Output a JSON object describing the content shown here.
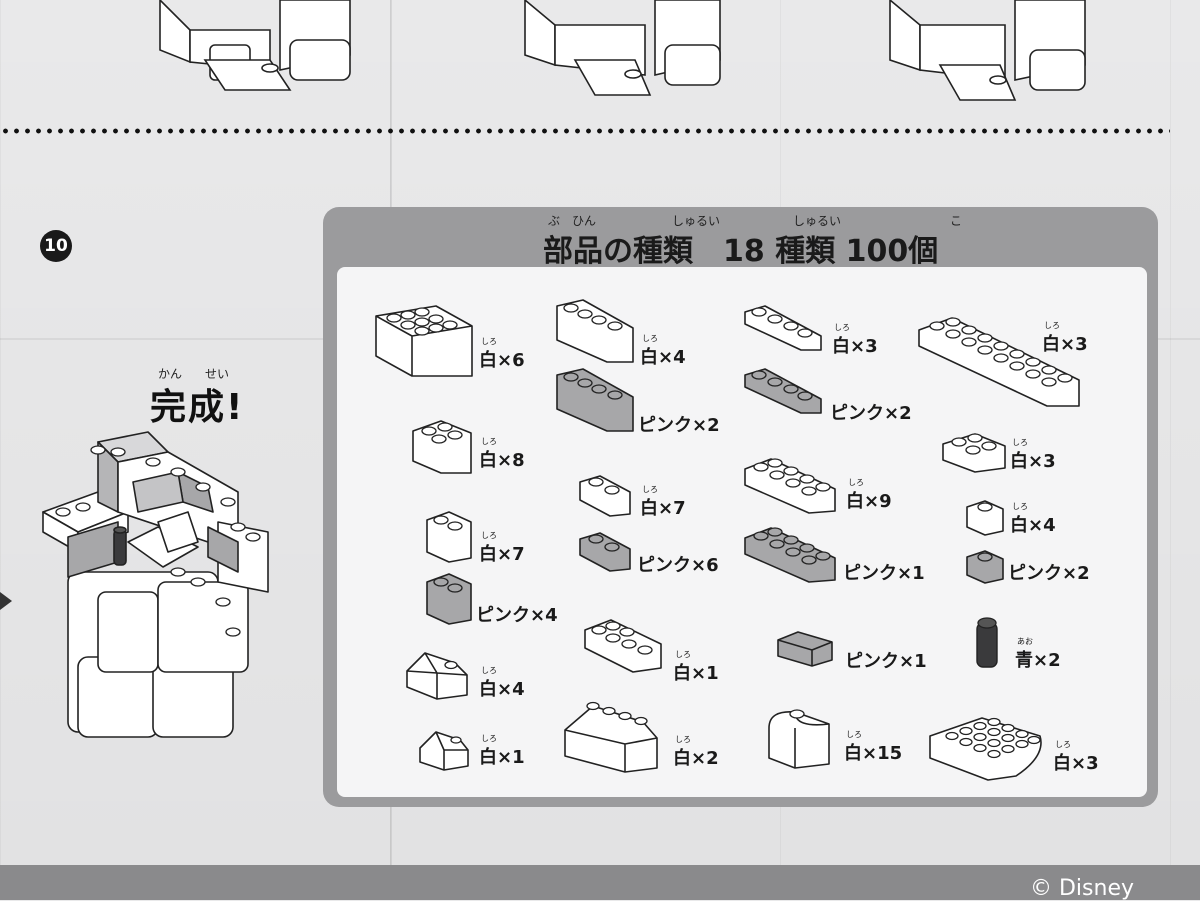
{
  "step": {
    "number": "10"
  },
  "complete": {
    "ruby_left": "かん",
    "ruby_right": "せい",
    "label": "完成!"
  },
  "parts_panel": {
    "ruby": {
      "buhin": "ぶ　ひん",
      "shurui1": "しゅるい",
      "shurui2": "しゅるい",
      "ko": "こ"
    },
    "title": "部品の種類　18 種類 100個",
    "items": [
      {
        "label": "白×6",
        "ruby": "しろ"
      },
      {
        "label": "白×4",
        "ruby": "しろ"
      },
      {
        "label": "ピンク×2",
        "ruby": ""
      },
      {
        "label": "白×3",
        "ruby": "しろ"
      },
      {
        "label": "ピンク×2",
        "ruby": ""
      },
      {
        "label": "白×3",
        "ruby": "しろ"
      },
      {
        "label": "白×8",
        "ruby": "しろ"
      },
      {
        "label": "白×3",
        "ruby": "しろ"
      },
      {
        "label": "白×7",
        "ruby": "しろ"
      },
      {
        "label": "白×9",
        "ruby": "しろ"
      },
      {
        "label": "白×4",
        "ruby": "しろ"
      },
      {
        "label": "白×7",
        "ruby": "しろ"
      },
      {
        "label": "ピンク×6",
        "ruby": ""
      },
      {
        "label": "ピンク×1",
        "ruby": ""
      },
      {
        "label": "ピンク×2",
        "ruby": ""
      },
      {
        "label": "ピンク×4",
        "ruby": ""
      },
      {
        "label": "白×1",
        "ruby": "しろ"
      },
      {
        "label": "ピンク×1",
        "ruby": ""
      },
      {
        "label": "青×2",
        "ruby": "あお"
      },
      {
        "label": "白×4",
        "ruby": "しろ"
      },
      {
        "label": "白×1",
        "ruby": "しろ"
      },
      {
        "label": "白×2",
        "ruby": "しろ"
      },
      {
        "label": "白×15",
        "ruby": "しろ"
      },
      {
        "label": "白×3",
        "ruby": "しろ"
      }
    ]
  },
  "footer": {
    "copyright": "© Disney"
  },
  "colors": {
    "white_brick": "#ffffff",
    "pink_brick": "#a7a7a9",
    "blue_brick": "#3a3a3c",
    "panel": "#9b9b9d"
  }
}
